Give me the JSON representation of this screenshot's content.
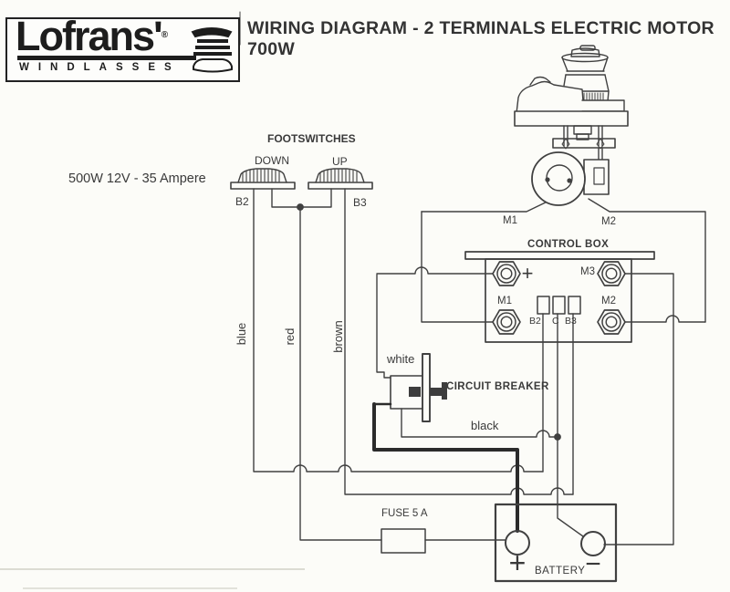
{
  "colors": {
    "ink": "#404040",
    "heavy": "#2b2b2b",
    "paper": "#fcfcf8"
  },
  "logo": {
    "brand": "Lofrans'",
    "registered": "®",
    "subtitle": "WINDLASSES"
  },
  "title": "WIRING DIAGRAM - 2 TERMINALS  ELECTRIC  MOTOR 700W",
  "spec": "500W 12V - 35 Ampere",
  "footswitches": {
    "title": "FOOTSWITCHES",
    "down_label": "DOWN",
    "up_label": "UP",
    "down_terminal": "B2",
    "up_terminal": "B3"
  },
  "motor": {
    "terminal_left": "M1",
    "terminal_right": "M2"
  },
  "control_box": {
    "title": "CONTROL BOX",
    "plus": "+",
    "m3": "M3",
    "m1": "M1",
    "m2": "M2",
    "b2": "B2",
    "c": "C",
    "b3": "B3"
  },
  "wire_labels": {
    "blue": "blue",
    "red": "red",
    "brown": "brown",
    "white": "white",
    "black": "black"
  },
  "circuit_breaker_label": "CIRCUIT BREAKER",
  "fuse_label": "FUSE 5 A",
  "battery": {
    "label": "BATTERY",
    "plus": "+",
    "minus": "−"
  }
}
